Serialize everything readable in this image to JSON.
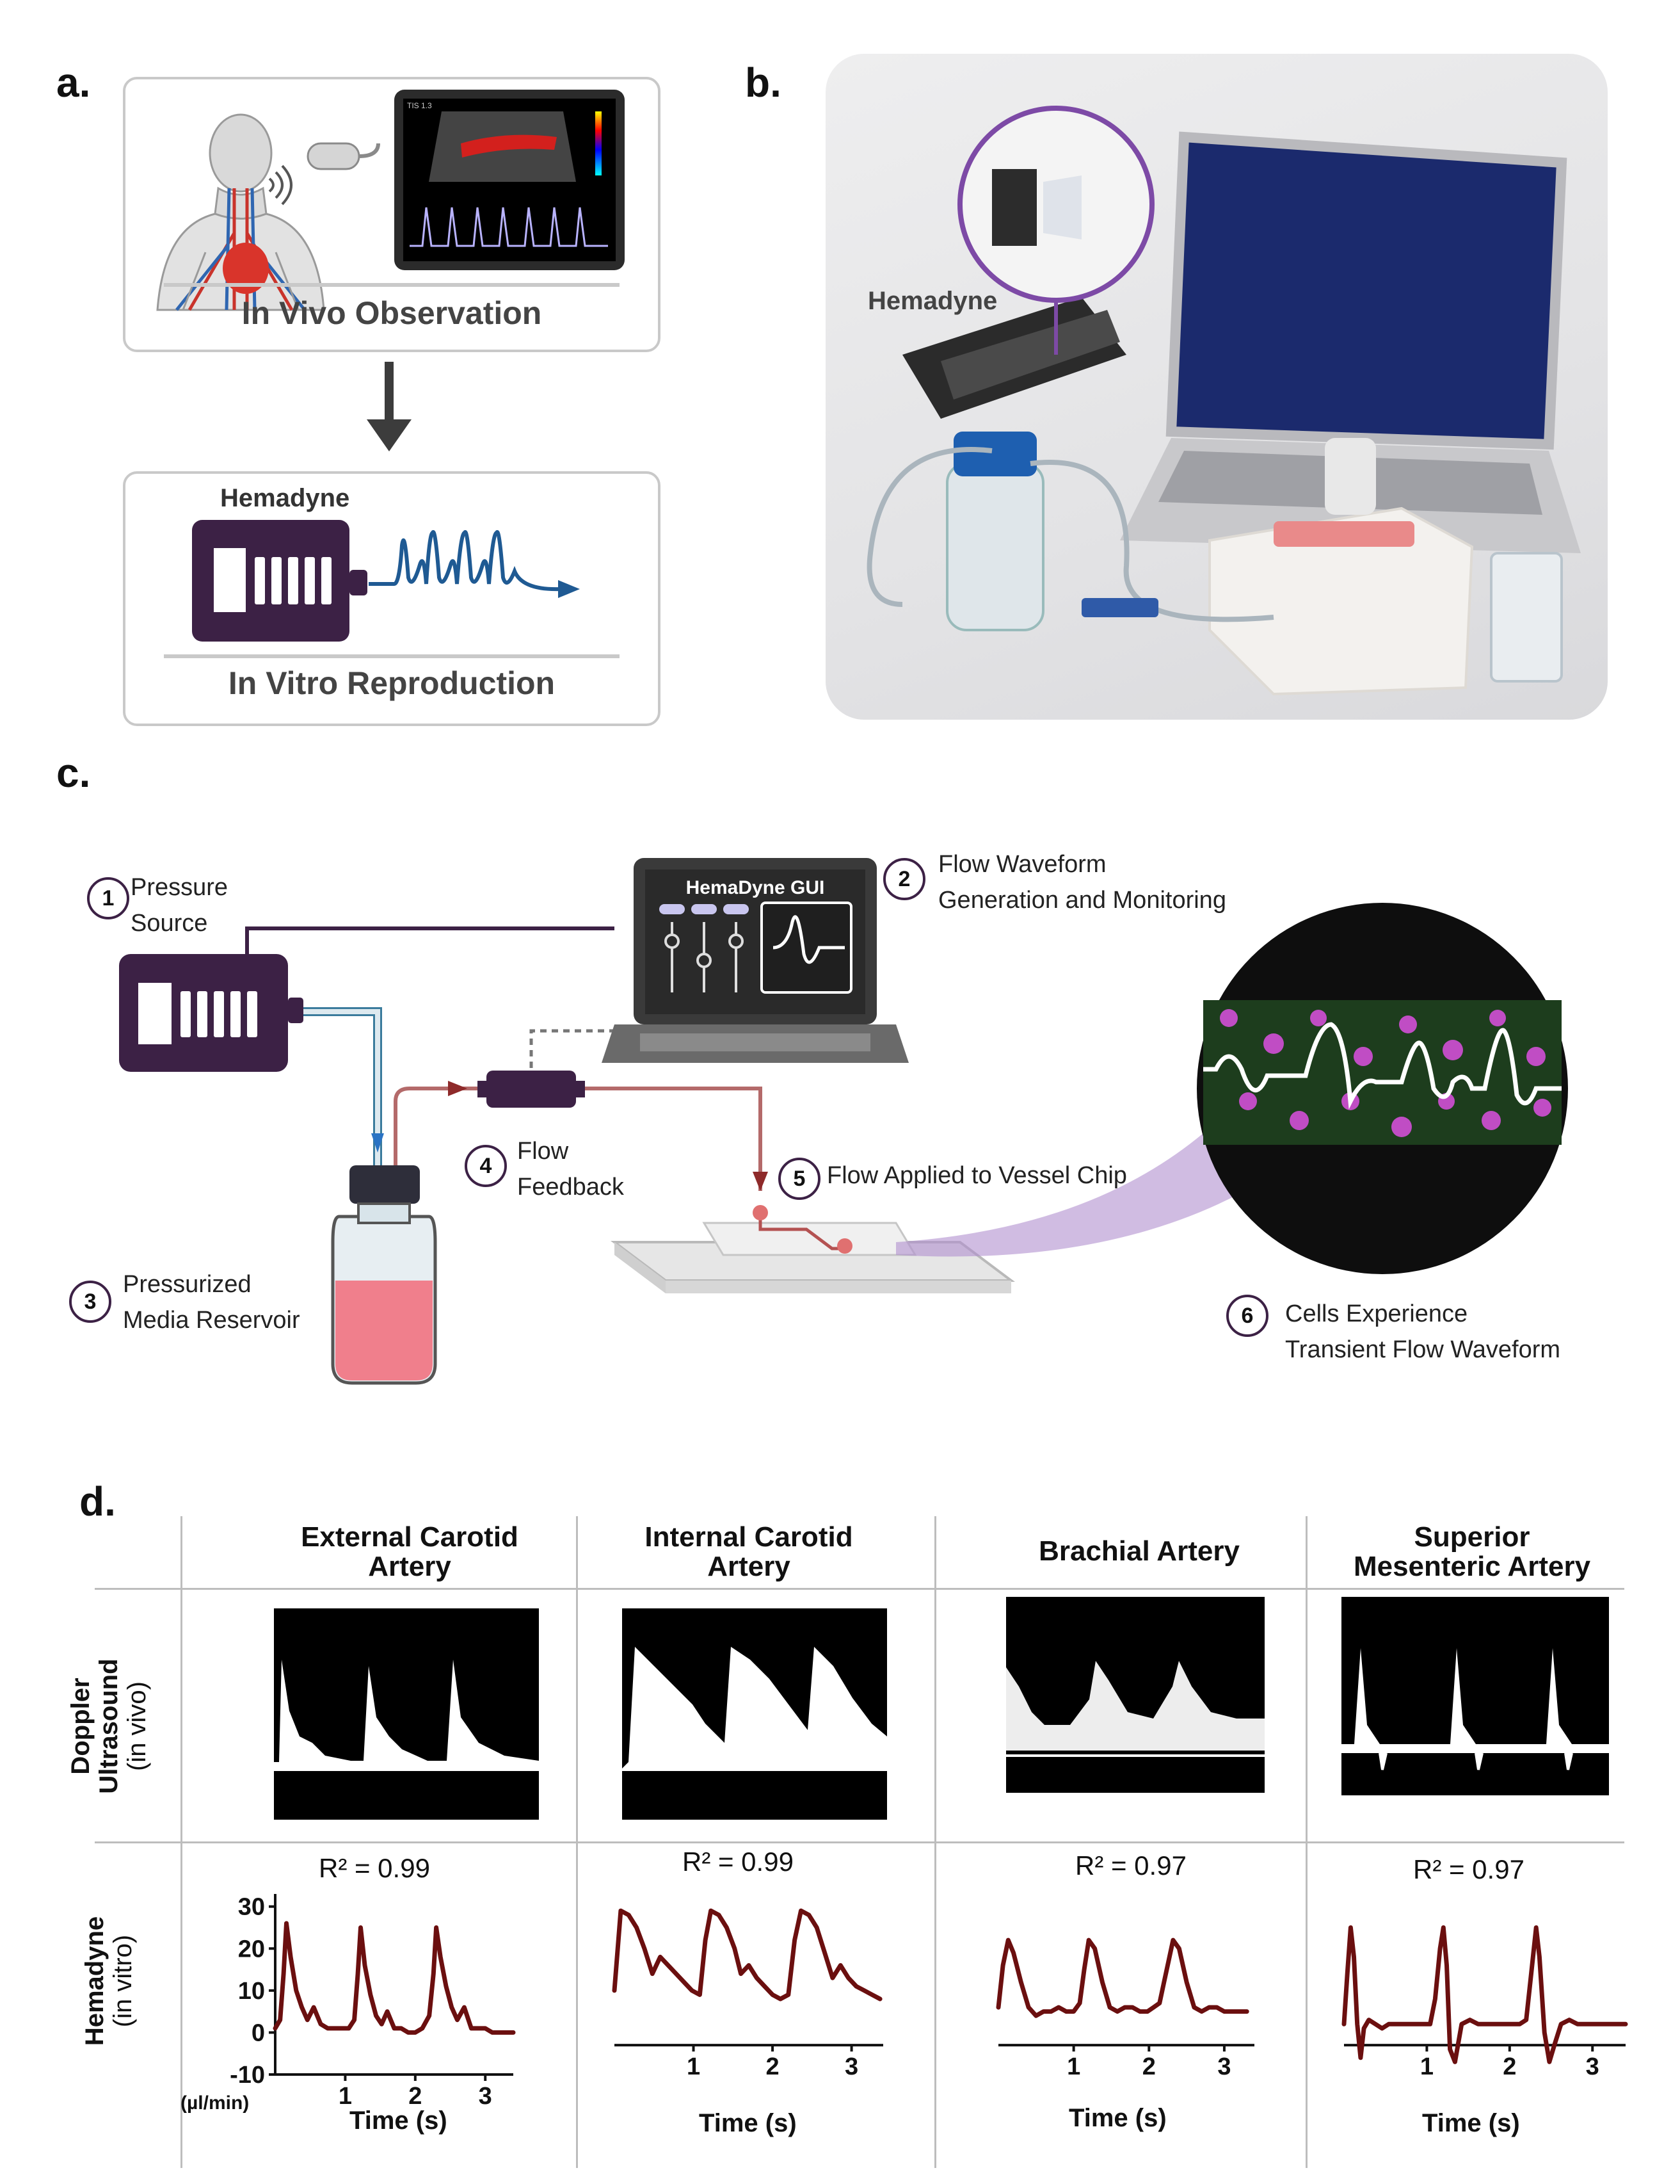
{
  "panels": {
    "a": {
      "letter": "a.",
      "top_caption": "In Vivo Observation",
      "bottom_caption": "In Vitro Reproduction",
      "device_label": "Hemadyne",
      "ultrasound_screen_text": "TIS 1.3"
    },
    "b": {
      "letter": "b.",
      "device_label": "Hemadyne"
    },
    "c": {
      "letter": "c.",
      "gui_title": "HemaDyne GUI",
      "steps": [
        {
          "n": "1",
          "text_lines": [
            "Pressure",
            "Source"
          ]
        },
        {
          "n": "2",
          "text_lines": [
            "Flow Waveform",
            "Generation and Monitoring"
          ]
        },
        {
          "n": "3",
          "text_lines": [
            "Pressurized",
            "Media Reservoir"
          ]
        },
        {
          "n": "4",
          "text_lines": [
            "Flow",
            "Feedback"
          ]
        },
        {
          "n": "5",
          "text_lines": [
            "Flow Applied to Vessel Chip"
          ]
        },
        {
          "n": "6",
          "text_lines": [
            "Cells Experience",
            "Transient Flow Waveform"
          ]
        }
      ]
    },
    "d": {
      "letter": "d.",
      "row_labels": {
        "doppler_bold": "Doppler Ultrasound",
        "doppler_sub": "(in vivo)",
        "hemadyne_bold": "Hemadyne",
        "hemadyne_sub": "(in vitro)"
      },
      "y_unit": "(µl/min)",
      "x_axis_label": "Time (s)"
    }
  },
  "colors": {
    "device_purple": "#3c2145",
    "trace_red": "#6b0f0f",
    "flow_blue": "#1f5a93",
    "box_gray": "#c9c9c9"
  },
  "chart_data": [
    {
      "type": "line",
      "column_title": "External Carotid Artery",
      "r2_label": "R² = 0.99",
      "xlabel": "Time (s)",
      "ylabel": "(µl/min)",
      "xlim": [
        0,
        3.4
      ],
      "ylim": [
        -10,
        33
      ],
      "x_ticks": [
        1,
        2,
        3
      ],
      "y_ticks": [
        -10,
        0,
        10,
        20,
        30
      ],
      "series": [
        {
          "x": [
            0.0,
            0.07,
            0.12,
            0.16,
            0.22,
            0.3,
            0.38,
            0.46,
            0.55,
            0.65,
            0.75,
            0.85,
            0.95,
            1.05,
            1.13,
            1.18,
            1.22,
            1.28,
            1.36,
            1.44,
            1.52,
            1.6,
            1.7,
            1.8,
            1.9,
            2.0,
            2.1,
            2.2,
            2.26,
            2.3,
            2.36,
            2.44,
            2.52,
            2.6,
            2.7,
            2.8,
            2.9,
            3.0,
            3.1,
            3.2,
            3.3,
            3.4
          ],
          "y": [
            1,
            3,
            14,
            26,
            18,
            10,
            6,
            3,
            6,
            2,
            1,
            1,
            1,
            1,
            3,
            14,
            25,
            16,
            9,
            4,
            2,
            5,
            1,
            1,
            0,
            0,
            1,
            4,
            14,
            25,
            18,
            11,
            6,
            3,
            6,
            1,
            1,
            1,
            0,
            0,
            0,
            0
          ]
        }
      ]
    },
    {
      "type": "line",
      "column_title": "Internal Carotid Artery",
      "r2_label": "R² = 0.99",
      "xlabel": "Time (s)",
      "xlim": [
        0,
        3.4
      ],
      "ylim": [
        -10,
        33
      ],
      "x_ticks": [
        1,
        2,
        3
      ],
      "series": [
        {
          "x": [
            0.0,
            0.08,
            0.18,
            0.28,
            0.38,
            0.48,
            0.58,
            0.68,
            0.78,
            0.88,
            0.98,
            1.08,
            1.15,
            1.22,
            1.32,
            1.42,
            1.52,
            1.6,
            1.7,
            1.8,
            1.9,
            2.0,
            2.1,
            2.2,
            2.28,
            2.36,
            2.46,
            2.56,
            2.66,
            2.76,
            2.86,
            2.96,
            3.06,
            3.16,
            3.26,
            3.36
          ],
          "y": [
            10,
            29,
            28,
            25,
            20,
            14,
            18,
            16,
            14,
            12,
            10,
            9,
            22,
            29,
            28,
            25,
            20,
            14,
            16,
            13,
            11,
            9,
            8,
            9,
            22,
            29,
            28,
            25,
            19,
            13,
            16,
            13,
            11,
            10,
            9,
            8
          ]
        }
      ]
    },
    {
      "type": "line",
      "column_title": "Brachial Artery",
      "r2_label": "R² = 0.97",
      "xlabel": "Time (s)",
      "xlim": [
        0,
        3.4
      ],
      "ylim": [
        -10,
        33
      ],
      "x_ticks": [
        1,
        2,
        3
      ],
      "series": [
        {
          "x": [
            0.0,
            0.06,
            0.13,
            0.2,
            0.3,
            0.4,
            0.5,
            0.6,
            0.7,
            0.8,
            0.9,
            1.0,
            1.08,
            1.14,
            1.2,
            1.28,
            1.38,
            1.48,
            1.58,
            1.68,
            1.78,
            1.88,
            1.98,
            2.06,
            2.14,
            2.2,
            2.26,
            2.32,
            2.4,
            2.5,
            2.6,
            2.7,
            2.8,
            2.9,
            3.0,
            3.1,
            3.2,
            3.3
          ],
          "y": [
            6,
            16,
            22,
            19,
            12,
            6,
            4,
            5,
            5,
            6,
            5,
            5,
            7,
            15,
            22,
            20,
            12,
            6,
            5,
            6,
            6,
            5,
            5,
            6,
            7,
            12,
            17,
            22,
            20,
            12,
            6,
            5,
            6,
            6,
            5,
            5,
            5,
            5
          ]
        }
      ]
    },
    {
      "type": "line",
      "column_title": "Superior Mesenteric Artery",
      "r2_label": "R² = 0.97",
      "xlabel": "Time (s)",
      "xlim": [
        0,
        3.4
      ],
      "ylim": [
        -10,
        33
      ],
      "x_ticks": [
        1,
        2,
        3
      ],
      "series": [
        {
          "x": [
            0.0,
            0.04,
            0.08,
            0.12,
            0.16,
            0.2,
            0.24,
            0.3,
            0.38,
            0.46,
            0.54,
            0.64,
            0.74,
            0.84,
            0.94,
            1.04,
            1.1,
            1.16,
            1.2,
            1.24,
            1.28,
            1.34,
            1.42,
            1.52,
            1.62,
            1.72,
            1.82,
            1.92,
            2.02,
            2.12,
            2.2,
            2.26,
            2.32,
            2.36,
            2.42,
            2.48,
            2.54,
            2.62,
            2.72,
            2.82,
            2.92,
            3.02,
            3.12,
            3.22,
            3.32,
            3.4
          ],
          "y": [
            2,
            14,
            25,
            18,
            2,
            -6,
            1,
            3,
            2,
            1,
            2,
            2,
            2,
            2,
            2,
            2,
            8,
            20,
            25,
            16,
            -4,
            -7,
            2,
            3,
            2,
            2,
            2,
            2,
            2,
            2,
            3,
            14,
            25,
            18,
            0,
            -7,
            -3,
            2,
            3,
            2,
            2,
            2,
            2,
            2,
            2,
            2
          ]
        }
      ]
    }
  ]
}
